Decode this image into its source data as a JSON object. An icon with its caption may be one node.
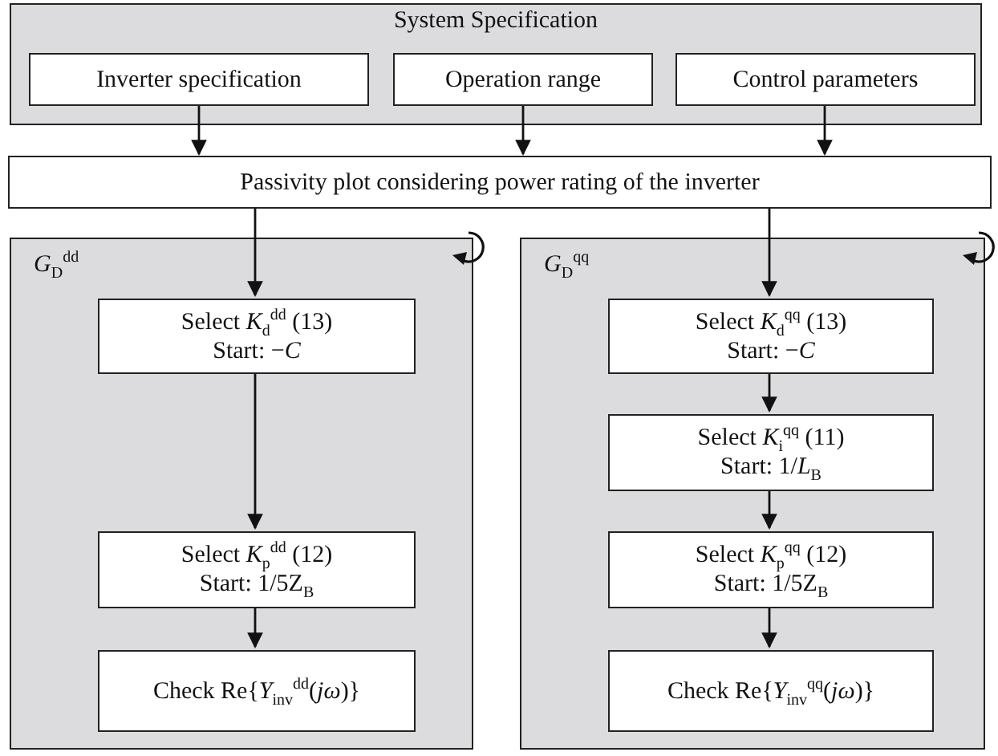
{
  "diagram": {
    "nodes": [
      {
        "text": [
          "System Specification"
        ]
      },
      {
        "text": [
          "Inverter specification"
        ],
        "in": 0
      },
      {
        "text": [
          "Operation range"
        ],
        "in": 0
      },
      {
        "text": [
          "Control parameters"
        ],
        "in": 0
      },
      {
        "text": [
          "Passivity plot considering power rating of the inverter"
        ]
      },
      {
        "text": [
          "*G*$_{D}$$^{dd}$"
        ]
      },
      {
        "text": [
          "Select *K*$_{d}$$^{dd}$ (13)",
          "Start: −*C*"
        ],
        "in": 5
      },
      {
        "text": [
          "Select *K*$_{p}$$^{dd}$ (12)",
          "Start: 1/5Z$_{B}$"
        ],
        "in": 5
      },
      {
        "text": [
          "Check Re{*Y*$_{inv}$$^{dd}$(*jω*)}"
        ],
        "in": 5
      },
      {
        "text": [
          "*G*$_{D}$$^{qq}$"
        ]
      },
      {
        "text": [
          "Select *K*$_{d}$$^{qq}$ (13)",
          "Start: −*C*"
        ],
        "in": 9
      },
      {
        "text": [
          "Select *K*$_{i}$$^{qq}$ (11)",
          "Start: 1/*L*$_{B}$"
        ],
        "in": 9
      },
      {
        "text": [
          "Select *K*$_{p}$$^{qq}$ (12)",
          "Start: 1/5Z$_{B}$"
        ],
        "in": 9
      },
      {
        "text": [
          "Check Re{*Y*$_{inv}$$^{qq}$(*jω*)}"
        ],
        "in": 9
      }
    ],
    "edges": [
      {
        "from": 1,
        "to": 4,
        "arrow": "to"
      },
      {
        "from": 2,
        "to": 4,
        "arrow": "to"
      },
      {
        "from": 3,
        "to": 4,
        "arrow": "to"
      },
      {
        "from": 4,
        "to": 6,
        "arrow": "to"
      },
      {
        "from": 4,
        "to": 10,
        "arrow": "to"
      },
      {
        "from": 6,
        "to": 7,
        "arrow": "to"
      },
      {
        "from": 7,
        "to": 8,
        "arrow": "to"
      },
      {
        "from": 10,
        "to": 11,
        "arrow": "to"
      },
      {
        "from": 11,
        "to": 12,
        "arrow": "to"
      },
      {
        "from": 12,
        "to": 13,
        "arrow": "to"
      }
    ]
  }
}
